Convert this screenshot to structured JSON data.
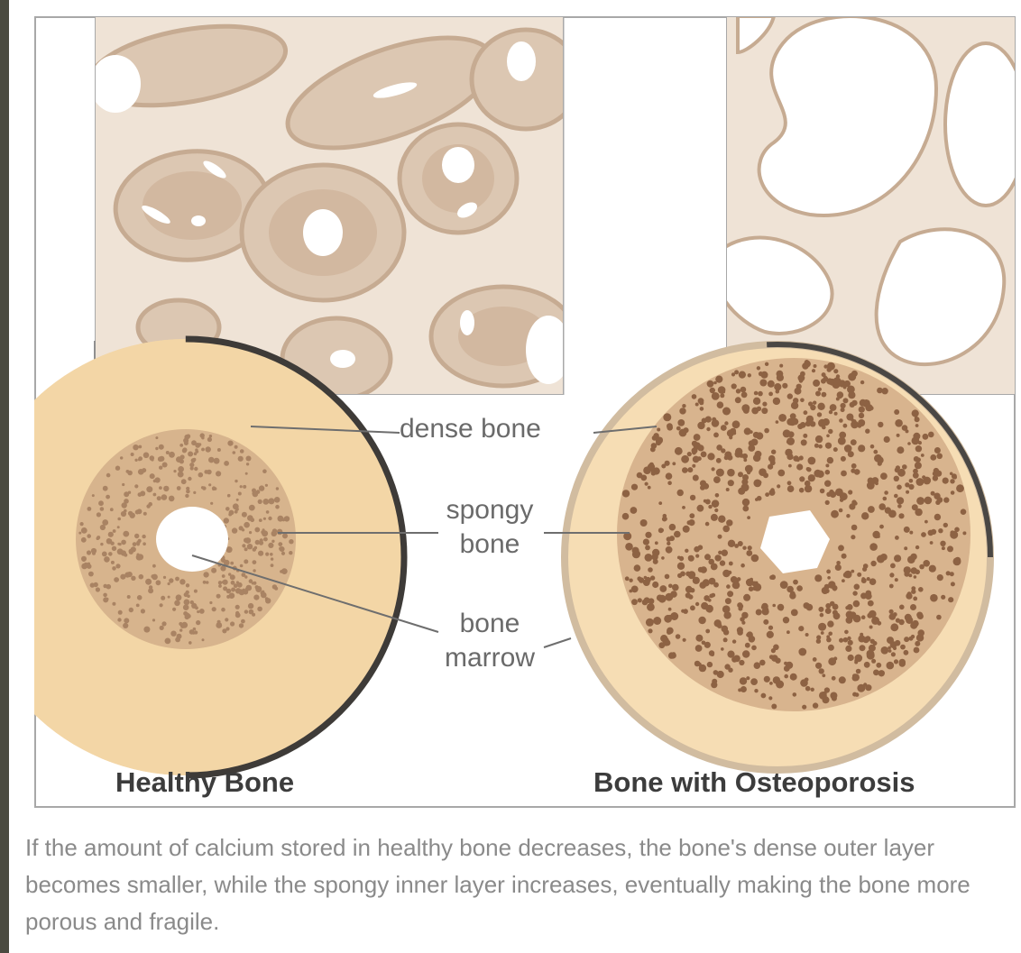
{
  "callouts": {
    "dense_bone": "dense bone",
    "spongy_bone_line1": "spongy",
    "spongy_bone_line2": "bone",
    "bone_marrow_line1": "bone",
    "bone_marrow_line2": "marrow"
  },
  "panels": {
    "healthy_title": "Healthy Bone",
    "osteoporosis_title": "Bone with Osteoporosis"
  },
  "caption": "If the amount of calcium stored in healthy bone decreases, the bone's dense outer layer becomes smaller, while the spongy inner layer increases, eventually making the bone more porous and fragile.",
  "colors": {
    "dense_bone": "#f3d6a6",
    "spongy_bone": "#c89e78",
    "micro_bg": "#efe3d6",
    "frame_border": "#a8a8a8",
    "outer_background": "#4a4a40"
  }
}
